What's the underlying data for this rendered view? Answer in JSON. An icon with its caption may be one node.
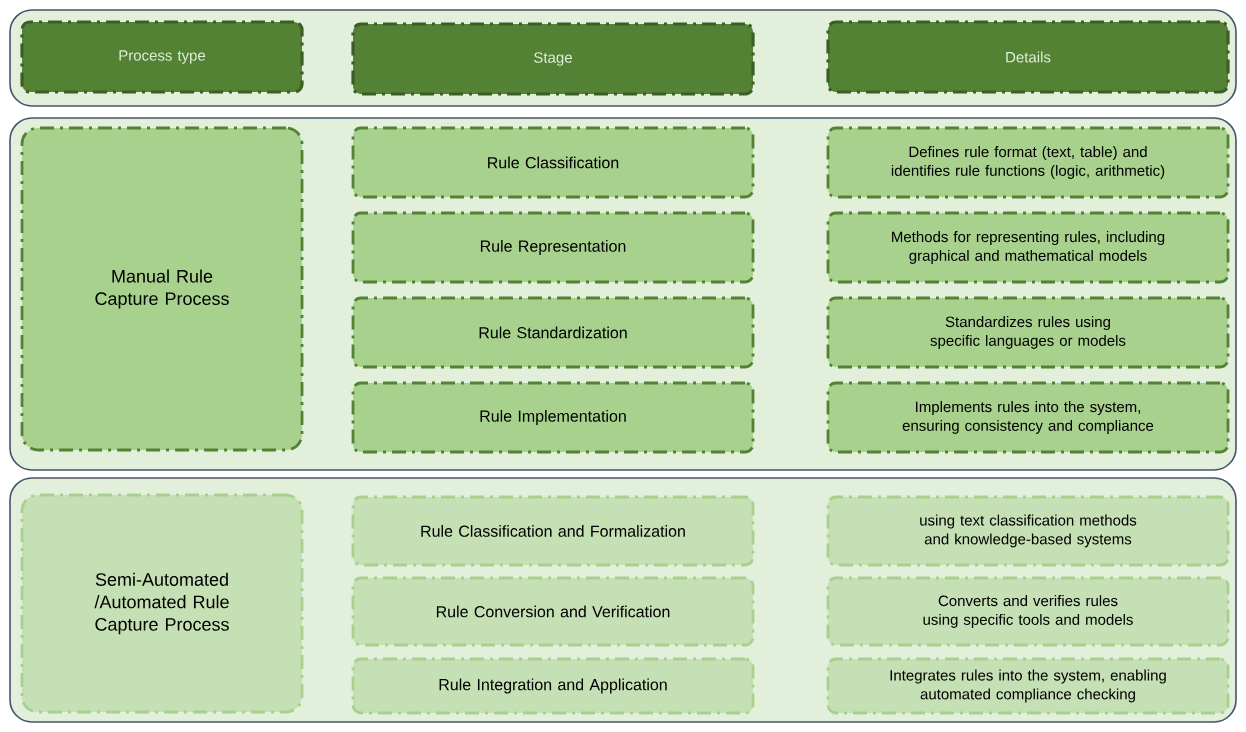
{
  "diagram": {
    "nodes": [
      {
        "text": [],
        "shape": "box"
      },
      {
        "text": [
          "Process type"
        ],
        "in": 0
      },
      {
        "text": [
          "Stage"
        ],
        "in": 0
      },
      {
        "text": [
          "Details"
        ],
        "in": 0
      },
      {
        "text": [],
        "shape": "box"
      },
      {
        "text": [
          "Manual Rule Capture Process"
        ],
        "in": 4
      },
      {
        "text": [
          "Rule Classification"
        ],
        "in": 4
      },
      {
        "text": [
          "Defines rule format (text, table) and identifies rule functions (logic, arithmetic)"
        ],
        "in": 4
      },
      {
        "text": [
          "Rule Representation"
        ],
        "in": 4
      },
      {
        "text": [
          "Methods for representing rules, including graphical and mathematical models"
        ],
        "in": 4
      },
      {
        "text": [
          "Rule Standardization"
        ],
        "in": 4
      },
      {
        "text": [
          "Standardizes rules using specific languages or models"
        ],
        "in": 4
      },
      {
        "text": [
          "Rule Implementation"
        ],
        "in": 4
      },
      {
        "text": [
          "Implements rules into the system, ensuring consistency and compliance"
        ],
        "in": 4
      },
      {
        "text": [],
        "shape": "box"
      },
      {
        "text": [
          "Semi-Automated /Automated Rule Capture Process"
        ],
        "in": 14
      },
      {
        "text": [
          "Rule Classification and Formalization"
        ],
        "in": 14
      },
      {
        "text": [
          "using text classification methods and knowledge-based systems"
        ],
        "in": 14
      },
      {
        "text": [
          "Rule Conversion and Verification"
        ],
        "in": 14
      },
      {
        "text": [
          "Converts and verifies rules using specific tools and models"
        ],
        "in": 14
      },
      {
        "text": [
          "Rule Integration and Application"
        ],
        "in": 14
      },
      {
        "text": [
          "Integrates rules into the system, enabling automated compliance checking"
        ],
        "in": 14
      }
    ]
  }
}
